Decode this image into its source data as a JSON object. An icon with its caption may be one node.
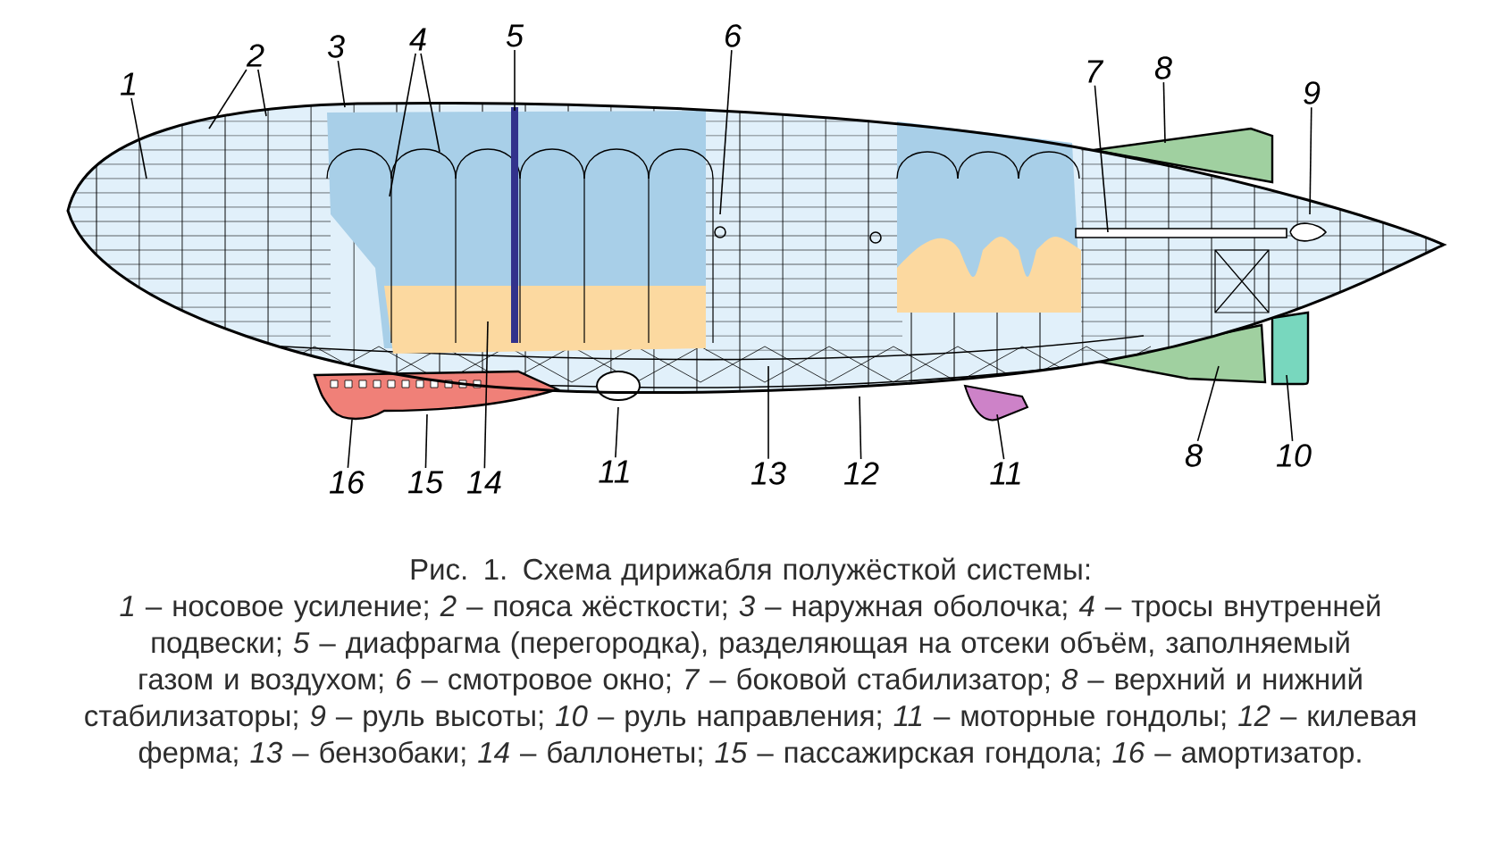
{
  "diagram": {
    "title": "Рис. 1. Схема дирижабля полужёсткой системы:",
    "caption": "*1* – носовое усиление; *2* – пояса жёсткости; *3* – наружная оболочка; *4* – тросы внутренней подвески; *5* – диафрагма (перегородка), разделяющая на отсеки объём, заполняемый газом и воздухом; *6* – смотровое окно; *7* – боковой стабилизатор; *8* – верхний и нижний стабилизаторы; *9* – руль высоты; *10* – руль направления; *11* – моторные гондолы; *12* – килевая ферма; *13* – бензобаки; *14* – баллонеты; *15* – пассажирская гондола; *16* – амортизатор.",
    "nodes": [
      {
        "text": [
          "1"
        ]
      },
      {
        "text": [
          "2"
        ]
      },
      {
        "text": [
          "3"
        ]
      },
      {
        "text": [
          "4"
        ]
      },
      {
        "text": [
          "5"
        ]
      },
      {
        "text": [
          "6"
        ]
      },
      {
        "text": [
          "7"
        ]
      },
      {
        "text": [
          "8"
        ]
      },
      {
        "text": [
          "9"
        ]
      },
      {
        "text": [
          "16"
        ]
      },
      {
        "text": [
          "15"
        ]
      },
      {
        "text": [
          "14"
        ]
      },
      {
        "text": [
          "11"
        ]
      },
      {
        "text": [
          "13"
        ]
      },
      {
        "text": [
          "12"
        ]
      },
      {
        "text": [
          "11"
        ]
      },
      {
        "text": [
          "8"
        ]
      },
      {
        "text": [
          "10"
        ]
      }
    ],
    "edges": [
      {
        "from": 0,
        "to": null,
        "arrow": "none"
      },
      {
        "from": 1,
        "to": null,
        "arrow": "none"
      },
      {
        "from": 1,
        "to": null,
        "arrow": "none"
      },
      {
        "from": 2,
        "to": null,
        "arrow": "none"
      },
      {
        "from": 3,
        "to": null,
        "arrow": "none"
      },
      {
        "from": 3,
        "to": null,
        "arrow": "none"
      },
      {
        "from": 4,
        "to": null,
        "arrow": "none"
      },
      {
        "from": 5,
        "to": null,
        "arrow": "none"
      },
      {
        "from": 6,
        "to": null,
        "arrow": "none"
      },
      {
        "from": 7,
        "to": null,
        "arrow": "none"
      },
      {
        "from": 8,
        "to": null,
        "arrow": "none"
      },
      {
        "from": 9,
        "to": null,
        "arrow": "none"
      },
      {
        "from": 10,
        "to": null,
        "arrow": "none"
      },
      {
        "from": 11,
        "to": null,
        "arrow": "none"
      },
      {
        "from": 12,
        "to": null,
        "arrow": "none"
      },
      {
        "from": 13,
        "to": null,
        "arrow": "none"
      },
      {
        "from": 14,
        "to": null,
        "arrow": "none"
      },
      {
        "from": 15,
        "to": null,
        "arrow": "none"
      },
      {
        "from": 16,
        "to": null,
        "arrow": "none"
      },
      {
        "from": 17,
        "to": null,
        "arrow": "none"
      }
    ]
  }
}
